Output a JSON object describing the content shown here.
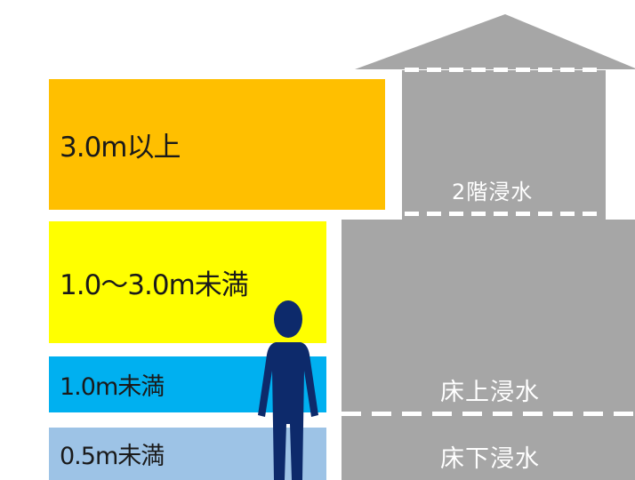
{
  "colors": {
    "band_3m": "#ffbf00",
    "band_1_3m": "#ffff00",
    "band_1m": "#00b0f0",
    "band_05m": "#9dc3e6",
    "house": "#a6a6a6",
    "person": "#0d2a6b",
    "dash": "#ffffff"
  },
  "bands": {
    "above_3m": "3.0m以上",
    "m1_to_3": "1.0〜3.0m未満",
    "under_1m": "1.0m未満",
    "under_05m": "0.5m未満"
  },
  "house": {
    "second_floor": "2階浸水",
    "above_floor": "床上浸水",
    "below_floor": "床下浸水"
  },
  "icons": {
    "person": "person-silhouette-icon",
    "roof": "house-roof"
  }
}
